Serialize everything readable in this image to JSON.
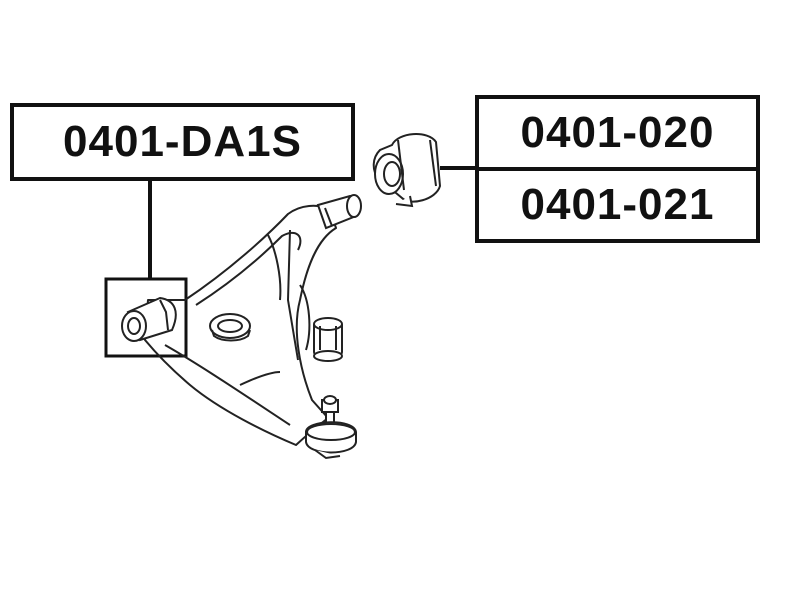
{
  "labels": {
    "main_part": "0401-DA1S",
    "right_top": "0401-020",
    "right_bottom": "0401-021"
  },
  "colors": {
    "line": "#111111",
    "background": "#ffffff"
  }
}
